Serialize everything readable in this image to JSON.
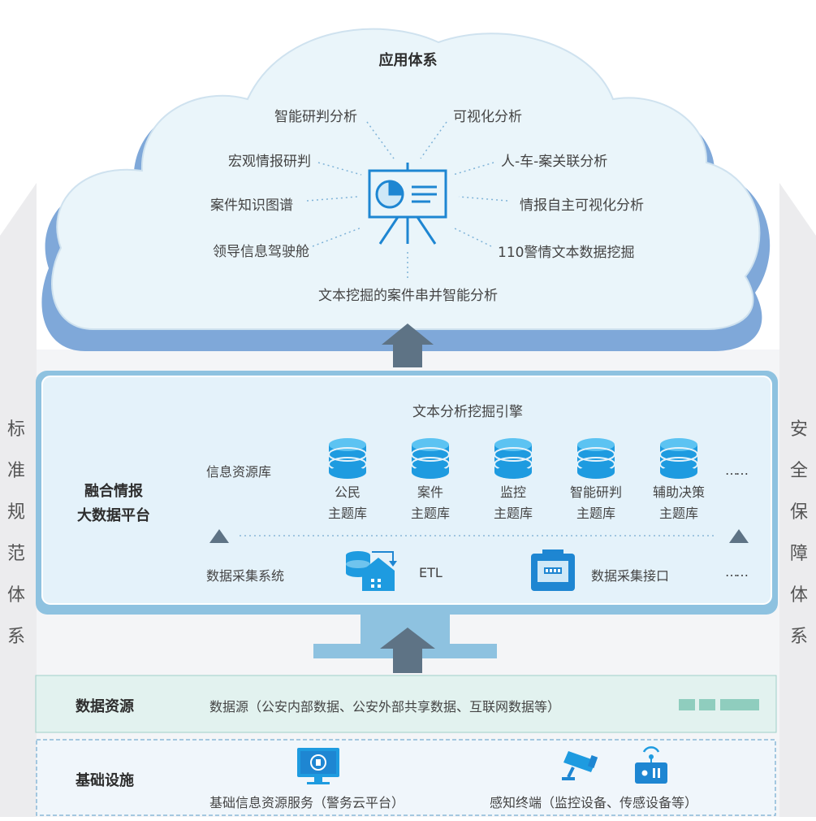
{
  "left_system": "标准规范体系",
  "right_system": "安全保障体系",
  "cloud": {
    "title": "应用体系",
    "items": [
      "智能研判分析",
      "可视化分析",
      "宏观情报研判",
      "人-车-案关联分析",
      "案件知识图谱",
      "情报自主可视化分析",
      "领导信息驾驶舱",
      "110警情文本数据挖掘",
      "文本挖掘的案件串并智能分析"
    ]
  },
  "platform": {
    "title_line1": "融合情报",
    "title_line2": "大数据平台",
    "engine": "文本分析挖掘引擎",
    "resource_label": "信息资源库",
    "databases": [
      {
        "line1": "公民",
        "line2": "主题库"
      },
      {
        "line1": "案件",
        "line2": "主题库"
      },
      {
        "line1": "监控",
        "line2": "主题库"
      },
      {
        "line1": "智能研判",
        "line2": "主题库"
      },
      {
        "line1": "辅助决策",
        "line2": "主题库"
      }
    ],
    "db_more": "……",
    "collect_label": "数据采集系统",
    "etl": "ETL",
    "interface": "数据采集接口",
    "collect_more": "……"
  },
  "data_resource": {
    "title": "数据资源",
    "desc": "数据源（公安内部数据、公安外部共享数据、互联网数据等）"
  },
  "infrastructure": {
    "title": "基础设施",
    "item1": "基础信息资源服务（警务云平台）",
    "item2": "感知终端（监控设备、传感设备等）"
  },
  "colors": {
    "cloud_fill": "#eaf5fa",
    "cloud_shadow": "#7fa8d9",
    "platform_border": "#8ec2e0",
    "platform_fill": "#e4f2fa",
    "db_blue": "#1e9be0",
    "arrow": "#5e7385",
    "data_band": "#e2f2ef",
    "infra_band": "#f0f6fb"
  }
}
